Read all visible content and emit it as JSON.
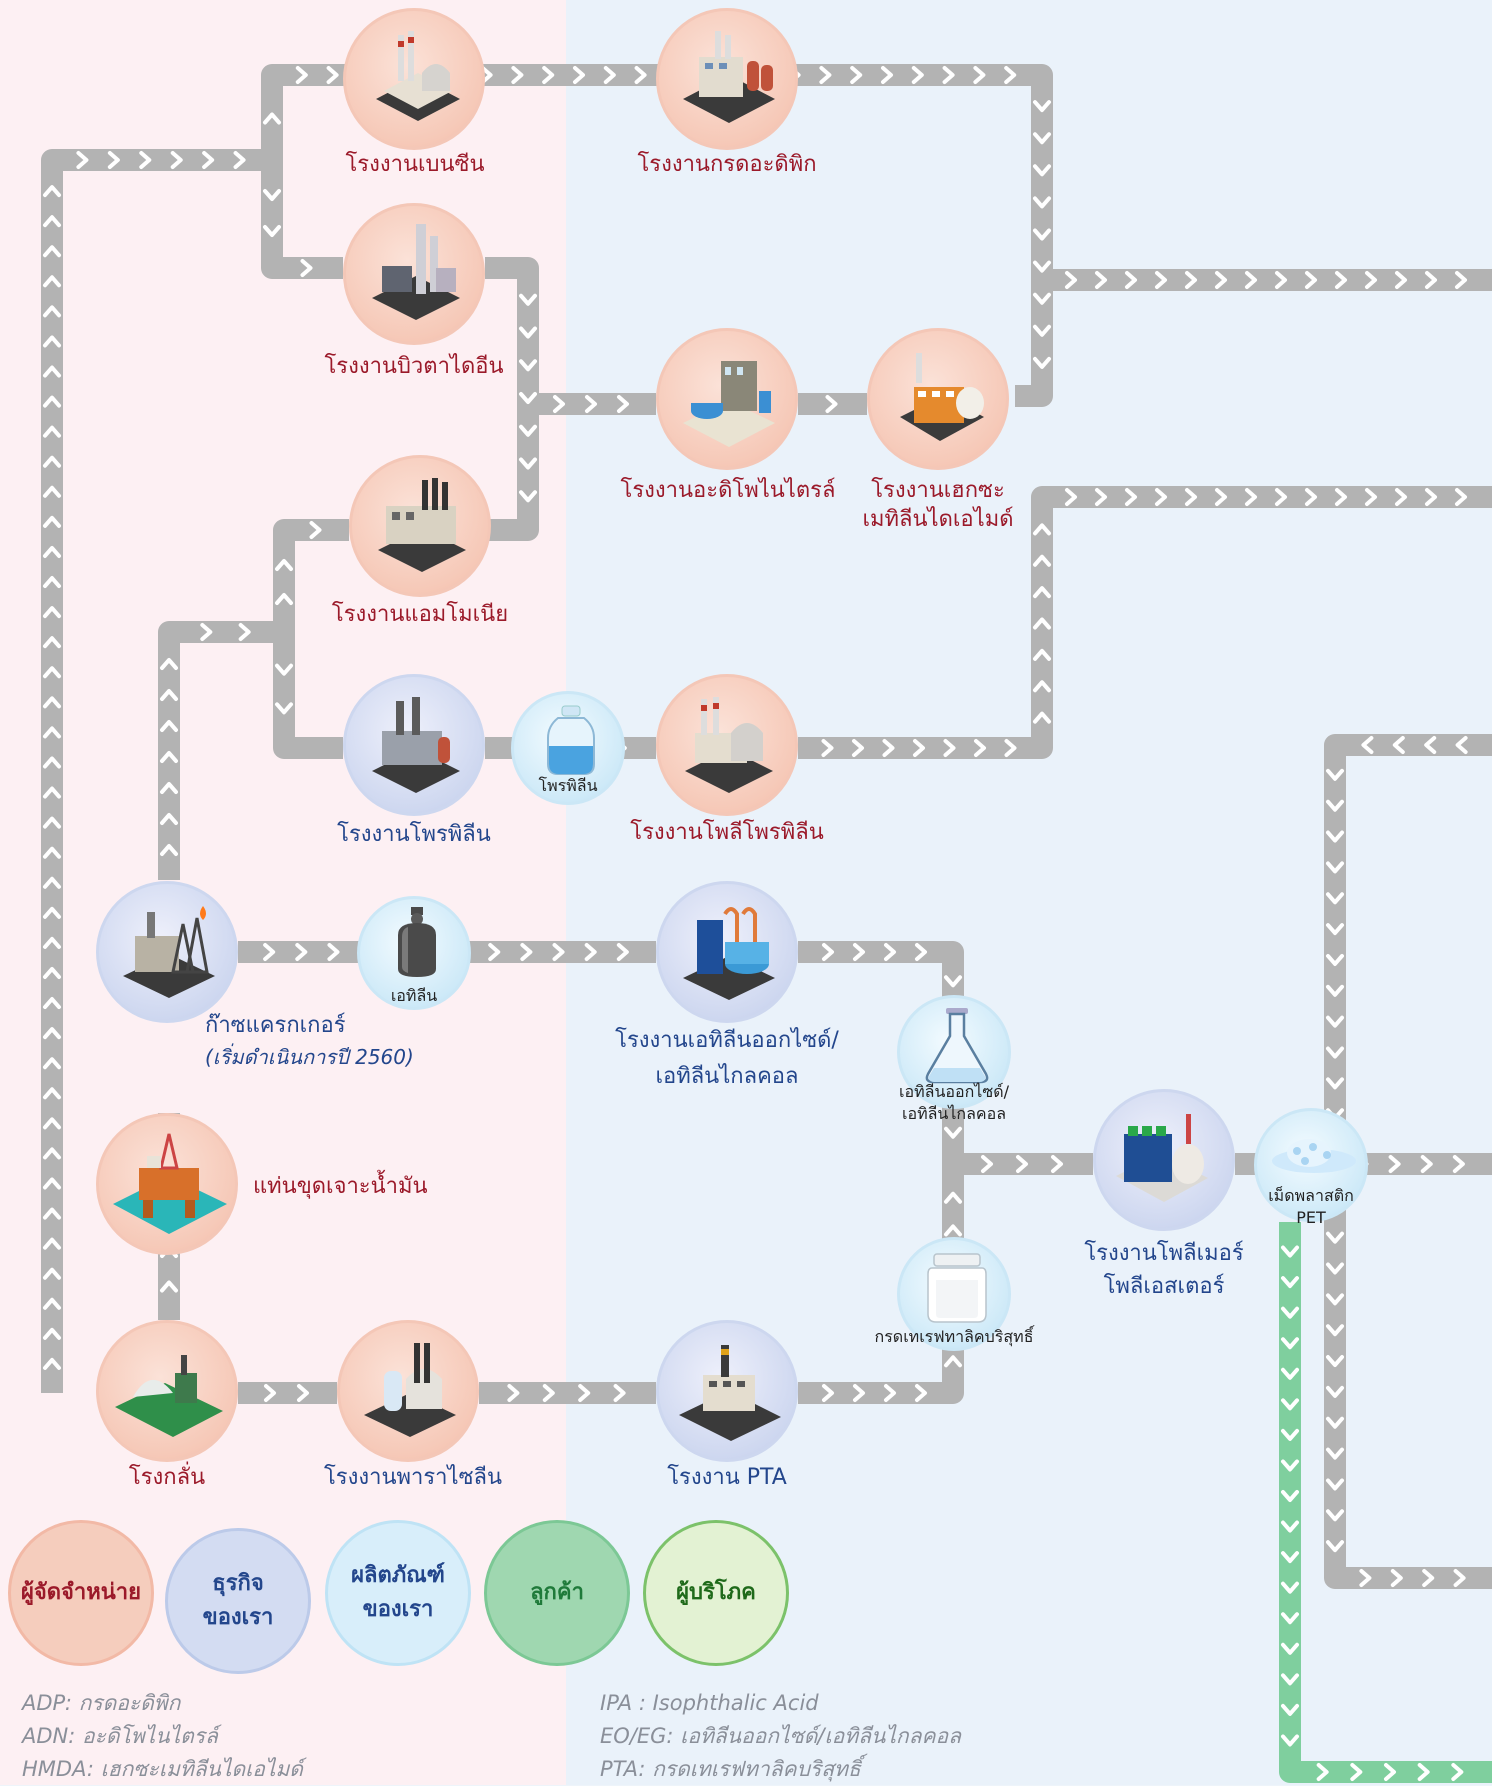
{
  "colors": {
    "supplier": "#f5cdbd",
    "business": "#d3dcf2",
    "product": "#d8eefa",
    "customer": "#9fd7b0",
    "consumer": "#e3f2d3",
    "track": "#b3b3b3",
    "track_green": "#7fcf9e",
    "label_red": "#9b1a2a",
    "label_blue": "#23468c"
  },
  "nodes": {
    "benzene": {
      "label": "โรงงานเบนซีน",
      "icon": "factory-icon"
    },
    "adipic": {
      "label": "โรงงานกรดอะดิพิก",
      "icon": "factory-icon"
    },
    "butadiene": {
      "label": "โรงงานบิวตาไดอีน",
      "icon": "factory-icon"
    },
    "adiponitrile": {
      "label": "โรงงานอะดิโพไนไตรล์",
      "icon": "factory-icon"
    },
    "hmda": {
      "line1": "โรงงานเฮกซะ",
      "line2": "เมทิลีนไดเอไมด์",
      "icon": "factory-icon"
    },
    "ammonia": {
      "label": "โรงงานแอมโมเนีย",
      "icon": "factory-icon"
    },
    "propylene": {
      "label": "โรงงานโพรพิลีน",
      "icon": "factory-icon"
    },
    "propylene_product": {
      "label": "โพรพิลีน",
      "icon": "bottle-icon"
    },
    "polypropylene": {
      "label": "โรงงานโพลีโพรพิลีน",
      "icon": "factory-icon"
    },
    "gas_cracker": {
      "label": "ก๊าซแครกเกอร์",
      "sub": "(เริ่มดำเนินการปี 2560)",
      "icon": "factory-icon"
    },
    "ethylene": {
      "label": "เอทิลีน",
      "icon": "gas-tank-icon"
    },
    "eo_eg": {
      "line1": "โรงงานเอทิลีนออกไซด์/",
      "line2": "เอทิลีนไกลคอล",
      "icon": "factory-icon"
    },
    "eo_eg_product": {
      "line1": "เอทิลีนออกไซด์/",
      "line2": "เอทิลีนไกลคอล",
      "icon": "flask-icon"
    },
    "oil_rig": {
      "label": "แท่นขุดเจาะน้ำมัน",
      "icon": "oil-rig-icon"
    },
    "polyester": {
      "line1": "โรงงานโพลีเมอร์",
      "line2": "โพลีเอสเตอร์",
      "icon": "factory-icon"
    },
    "pet_product": {
      "line1": "เม็ดพลาสติก",
      "line2": "PET",
      "icon": "pellets-icon"
    },
    "pta_product": {
      "label": "กรดเทเรฟทาลิคบริสุทธิ์",
      "icon": "jar-icon"
    },
    "refinery": {
      "label": "โรงกลั่น",
      "icon": "refinery-icon"
    },
    "paraxylene": {
      "label": "โรงงานพาราไซลีน",
      "icon": "factory-icon"
    },
    "pta": {
      "label": "โรงงาน PTA",
      "icon": "factory-icon"
    }
  },
  "legend": [
    {
      "line1": "ผู้จัดจำหน่าย",
      "line2": ""
    },
    {
      "line1": "ธุรกิจ",
      "line2": "ของเรา"
    },
    {
      "line1": "ผลิตภัณฑ์",
      "line2": "ของเรา"
    },
    {
      "line1": "ลูกค้า",
      "line2": ""
    },
    {
      "line1": "ผู้บริโภค",
      "line2": ""
    }
  ],
  "abbreviations": {
    "left": [
      "ADP: กรดอะดิพิก",
      "ADN: อะดิโพไนไตรล์",
      "HMDA: เฮกซะเมทิลีนไดเอไมด์"
    ],
    "right": [
      "IPA : Isophthalic Acid",
      "EO/EG: เอทิลีนออกไซด์/เอทิลีนไกลคอล",
      "PTA: กรดเทเรฟทาลิคบริสุทธิ์"
    ]
  }
}
